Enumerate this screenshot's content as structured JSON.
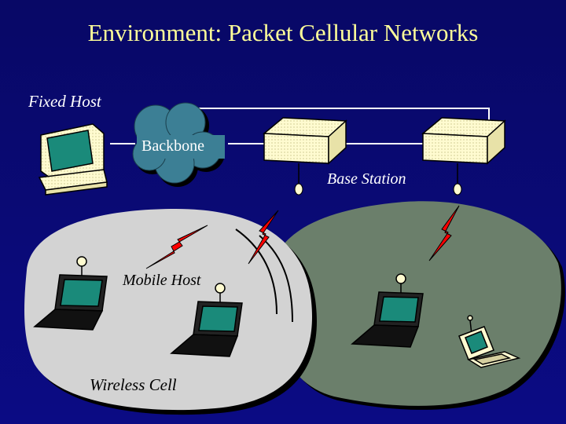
{
  "slide": {
    "title": "Environment: Packet Cellular Networks",
    "labels": {
      "fixed_host": "Fixed Host",
      "backbone": "Backbone",
      "base_station": "Base Station",
      "mobile_host": "Mobile Host",
      "wireless_cell": "Wireless Cell"
    }
  },
  "colors": {
    "background": "#0b0b6e",
    "title": "#ffff99",
    "cell_light": "#d3d3d3",
    "cell_dark": "#6b7f6b",
    "backbone_cloud": "#3c7f95",
    "lightning": "#ff0000",
    "screen": "#1a8a7a",
    "device_body": "#fffbd0"
  },
  "icons": [
    "fixed-host-computer-icon",
    "backbone-cloud-icon",
    "base-station-icon",
    "antenna-icon",
    "lightning-bolt-icon",
    "laptop-icon",
    "handheld-device-icon"
  ]
}
